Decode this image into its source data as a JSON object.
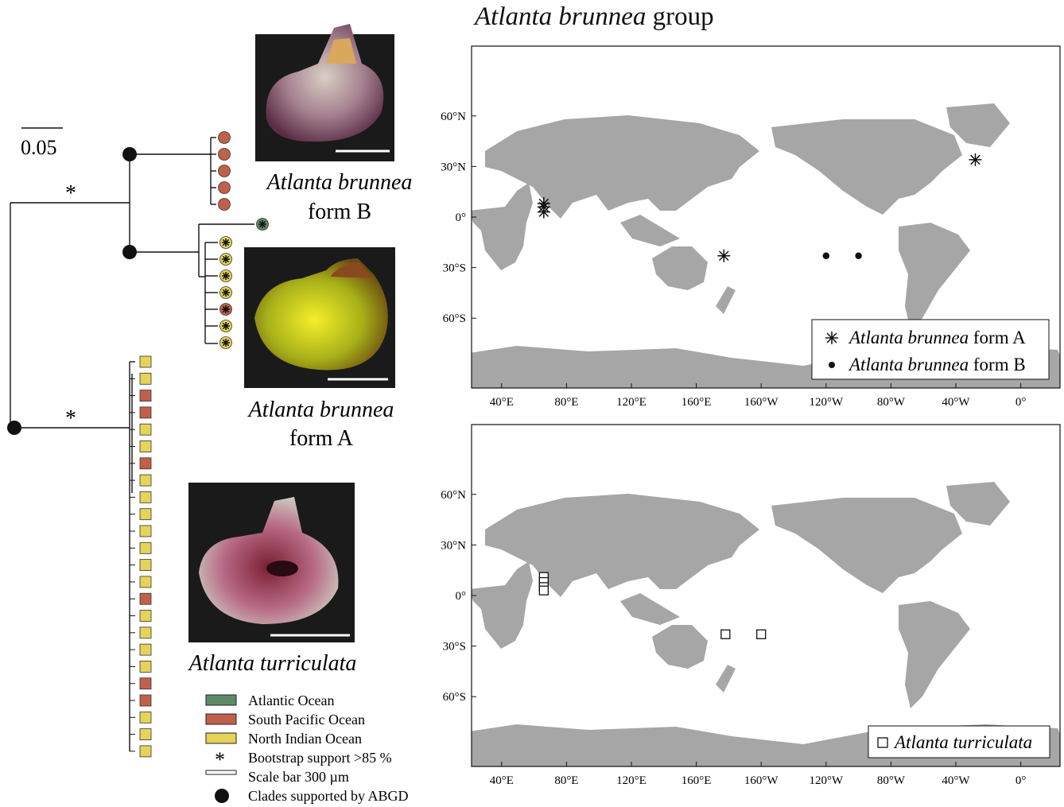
{
  "title": {
    "species_italic": "Atlanta brunnea",
    "suffix": " group"
  },
  "tree": {
    "scale_label": "0.05",
    "support_symbol": "*",
    "tips_brunnea_B": [
      "south_pacific",
      "south_pacific",
      "south_pacific",
      "south_pacific",
      "south_pacific"
    ],
    "tips_brunnea_A": [
      "atlantic",
      "north_indian",
      "north_indian",
      "north_indian",
      "north_indian",
      "south_pacific",
      "north_indian",
      "north_indian"
    ],
    "tips_turriculata": [
      "north_indian",
      "north_indian",
      "south_pacific",
      "south_pacific",
      "north_indian",
      "north_indian",
      "south_pacific",
      "north_indian",
      "north_indian",
      "north_indian",
      "north_indian",
      "north_indian",
      "north_indian",
      "north_indian",
      "south_pacific",
      "north_indian",
      "north_indian",
      "north_indian",
      "north_indian",
      "south_pacific",
      "south_pacific",
      "north_indian",
      "north_indian",
      "north_indian"
    ]
  },
  "species_labels": {
    "form_b": {
      "name": "Atlanta brunnea",
      "qualifier": "form B"
    },
    "form_a": {
      "name": "Atlanta brunnea",
      "qualifier": "form A"
    },
    "turriculata": {
      "name": "Atlanta turriculata"
    }
  },
  "legend": {
    "atlantic": "Atlantic Ocean",
    "south_pacific": "South Pacific Ocean",
    "north_indian": "North Indian Ocean",
    "bootstrap": "Bootstrap support >85 %",
    "scale_bar": "Scale bar 300 µm",
    "abgd": "Clades supported by ABGD"
  },
  "colors": {
    "atlantic": "#5e8a68",
    "south_pacific": "#c0604a",
    "north_indian": "#e5d35a",
    "land": "#a6a6a6"
  },
  "maps": {
    "lon_ticks": [
      "40°E",
      "80°E",
      "120°E",
      "160°E",
      "160°W",
      "120°W",
      "80°W",
      "40°W",
      "0°"
    ],
    "lat_ticks": [
      "60°N",
      "30°N",
      "0°",
      "30°S",
      "60°S"
    ],
    "top": {
      "legend": [
        {
          "symbol": "asterisk",
          "name": "Atlanta brunnea",
          "qualifier": " form A"
        },
        {
          "symbol": "dot",
          "name": "Atlanta brunnea",
          "qualifier": " form B"
        }
      ],
      "form_a_points": [
        [
          66,
          8
        ],
        [
          66,
          6
        ],
        [
          66,
          3
        ],
        [
          177,
          -23
        ],
        [
          -28,
          34
        ]
      ],
      "form_b_points": [
        [
          -120,
          -23
        ],
        [
          -100,
          -23
        ]
      ]
    },
    "bottom": {
      "legend": [
        {
          "symbol": "square",
          "name": "Atlanta turriculata"
        }
      ],
      "turriculata_points": [
        [
          66,
          11
        ],
        [
          66,
          8
        ],
        [
          66,
          5
        ],
        [
          66,
          3
        ],
        [
          178,
          -23
        ],
        [
          -160,
          -23
        ]
      ]
    }
  }
}
